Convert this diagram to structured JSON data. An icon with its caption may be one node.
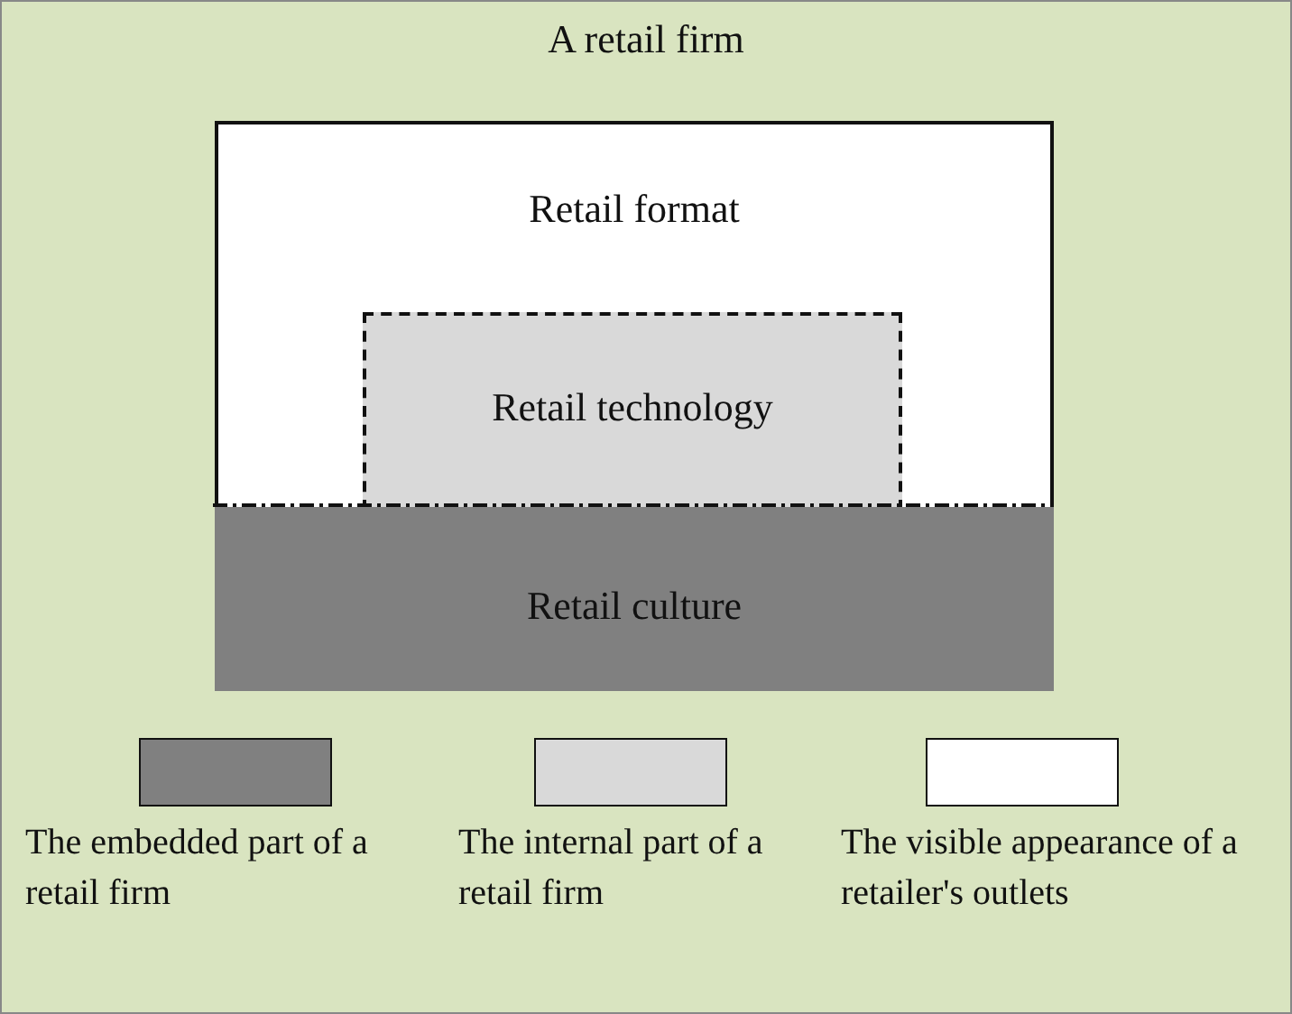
{
  "diagram": {
    "nodes": [
      {
        "text": [
          "A retail firm"
        ]
      },
      {
        "text": [
          "Retail format"
        ],
        "in": 0
      },
      {
        "text": [
          "Retail technology"
        ],
        "in": 1
      },
      {
        "text": [
          "Retail culture"
        ],
        "in": 0
      }
    ],
    "legend": [
      {
        "text": "The embedded part of a retail firm",
        "color": "#808080"
      },
      {
        "text": "The internal part of a retail firm",
        "color": "#d9d9d9"
      },
      {
        "text": "The visible appearance of a retailer's outlets",
        "color": "#ffffff"
      }
    ]
  }
}
